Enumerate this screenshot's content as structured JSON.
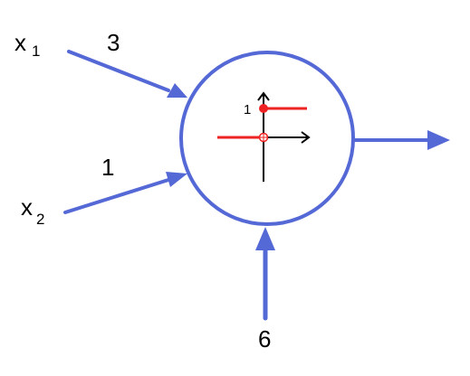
{
  "colors": {
    "neuron": "#5468D6",
    "step": "#EE2222",
    "axes": "#000000",
    "text": "#000000",
    "background": "#FFFFFF"
  },
  "inputs": [
    {
      "variable": "x",
      "index": "1",
      "weight": "3"
    },
    {
      "variable": "x",
      "index": "2",
      "weight": "1"
    }
  ],
  "bias": {
    "value": "6"
  },
  "activation": {
    "type": "step",
    "level_label": "1"
  }
}
